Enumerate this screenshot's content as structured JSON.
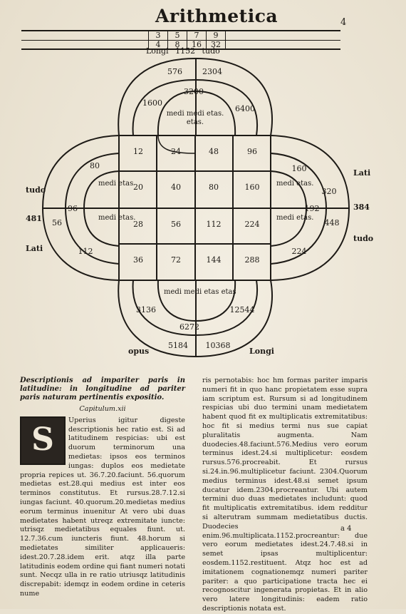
{
  "header": {
    "title": "Arithmetica",
    "page_number": "4",
    "scale_top": [
      "3",
      "5",
      "7",
      "9"
    ],
    "scale_bottom": [
      "4",
      "8",
      "16",
      "32"
    ],
    "longitudo": "Longi 1152 tudo"
  },
  "diagram": {
    "top_arcs": [
      "576",
      "2304",
      "3200",
      "1600",
      "6400"
    ],
    "top_medi": "medi medi etas. etas.",
    "grid": [
      [
        "12",
        "24",
        "48",
        "96"
      ],
      [
        "20",
        "40",
        "80",
        "160"
      ],
      [
        "28",
        "56",
        "112",
        "224"
      ],
      [
        "36",
        "72",
        "144",
        "288"
      ]
    ],
    "left_arcs": [
      "80",
      "96",
      "56",
      "112"
    ],
    "left_medi": "medi etas",
    "left_medi2": "medi etas.",
    "right_arcs": [
      "160",
      "192",
      "320",
      "448",
      "224"
    ],
    "right_medi": "medi etas.",
    "right_medi2": "medi etas.",
    "bottom_arcs": [
      "3136",
      "12544",
      "6272",
      "5184",
      "10368"
    ],
    "bottom_medi": "medi medi etas etas",
    "side_left": [
      "tudo",
      "481",
      "Lati"
    ],
    "side_right": [
      "Lati",
      "384",
      "tudo"
    ],
    "bottom_labels": [
      "opus",
      "Longi"
    ]
  },
  "text": {
    "heading": "Descriptionis ad impariter paris in latitudine: in longitudine ad pariter paris naturam pertinentis expositio.",
    "chapter": "Capitulum.xii",
    "dropcap": "S",
    "left_col": "Uperius igitur digeste descriptionis hec ratio est. Si ad latitudinem respicias: ubi est duorum terminorum una medietas: ipsos eos terminos iungas: duplos eos medietate propria repices ut. 36.7.20.faciunt. 56.quorum medietas est.28.qui medius est inter eos terminos constitutus. Et rursus.28.7.12.si iungas faciunt. 40.quorum.20.medietas medius eorum terminus inuenitur At vero ubi duas medietates habent utreqz extremitate iuncte: utrisqz medietatibus equales fiunt. ut. 12.7.36.cum iuncteris fiunt. 48.horum si medietates similiter applicaueris: idest.20.7.28.idem erit. atqz illa parte latitudinis eodem ordine qui fiant numeri notati sunt. Necqz ulla in re ratio utriusqz latitudinis discrepabit: idemqz in eodem ordine in ceteris nume",
    "right_col": "ris pernotabis: hoc hm formas pariter imparis numeri fit in quo hanc propietatem esse supra iam scriptum est. Rursum si ad longitudinem respicias ubi duo termini unam medietatem habent quod fit ex multiplicatis extremitatibus: hoc fit si medius termi nus sue capiat pluralitatis augmenta. Nam duodecies.48.faciunt.576.Medius vero eorum terminus idest.24.si multiplicetur: eosdem rursus.576.procreabit. Et rursus si.24.in.96.multiplicetur faciunt. 2304.Quorum medius terminus idest.48.si semet ipsum ducatur idem.2304.procreantur. Ubi autem termini duo duas medietates includunt: quod fit multiplicatis extremitatibus. idem redditur si alterutram summam medietatibus ductis. Duodecies enim.96.multiplicata.1152.procreantur: due vero eorum medietates idest.24.7.48.si in semet ipsas multiplicentur: eosdem.1152.restituent. Atqz hoc est ad imitationem cognationemqz numeri pariter pariter: a quo participatione tracta hec ei recognoscitur ingenerata propietas. Et in alio vero latere longitudinis: eadem ratio descriptionis notata est.",
    "signature": "a 4"
  }
}
